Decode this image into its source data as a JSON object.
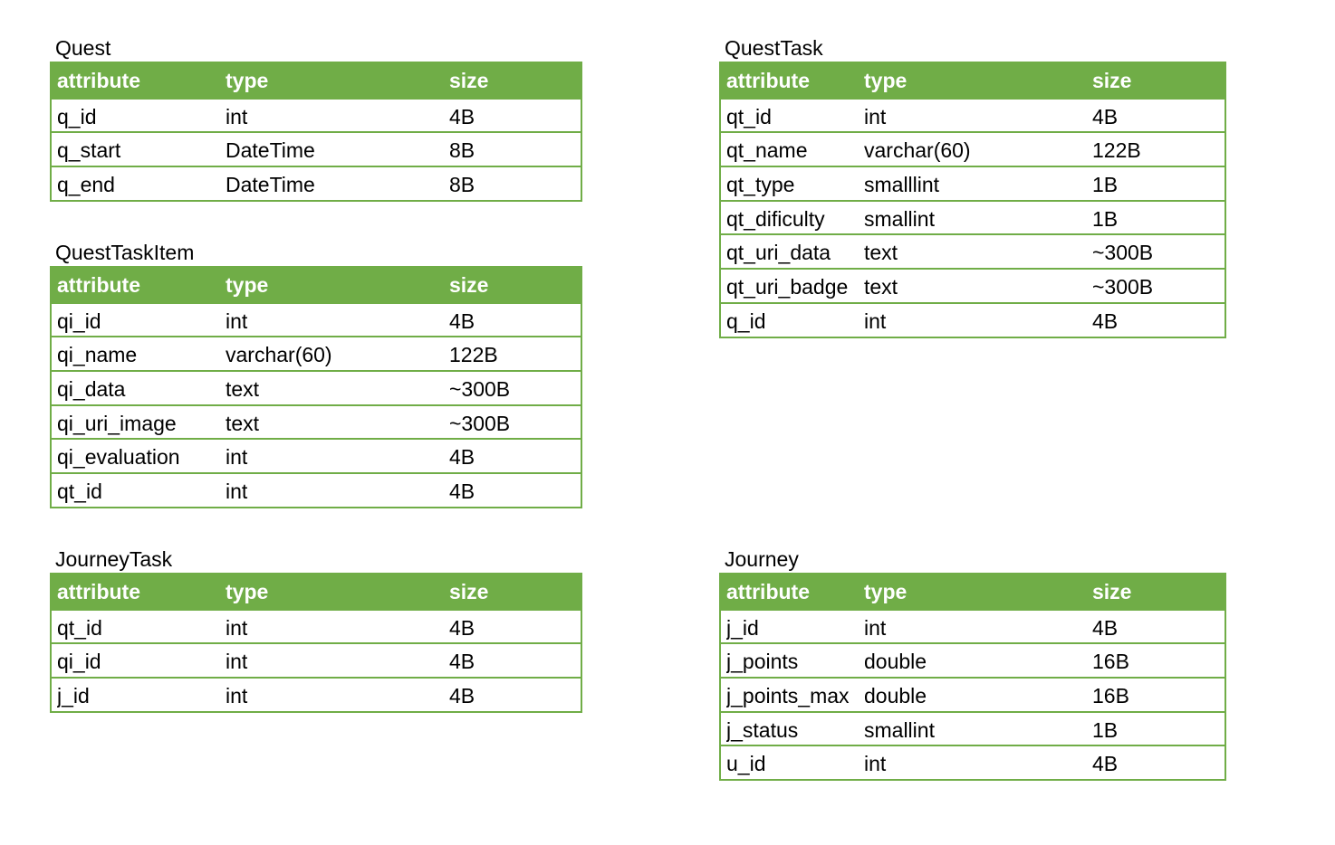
{
  "tables": {
    "quest": {
      "title": "Quest",
      "header": [
        "attribute",
        "type",
        "size"
      ],
      "rows": [
        [
          "q_id",
          "int",
          "4B"
        ],
        [
          "q_start",
          "DateTime",
          "8B"
        ],
        [
          "q_end",
          "DateTime",
          "8B"
        ]
      ]
    },
    "quest_task_item": {
      "title": "QuestTaskItem",
      "header": [
        "attribute",
        "type",
        "size"
      ],
      "rows": [
        [
          "qi_id",
          "int",
          "4B"
        ],
        [
          "qi_name",
          "varchar(60)",
          "122B"
        ],
        [
          "qi_data",
          "text",
          "~300B"
        ],
        [
          "qi_uri_image",
          "text",
          "~300B"
        ],
        [
          "qi_evaluation",
          "int",
          "4B"
        ],
        [
          "qt_id",
          "int",
          "4B"
        ]
      ]
    },
    "journey_task": {
      "title": "JourneyTask",
      "header": [
        "attribute",
        "type",
        "size"
      ],
      "rows": [
        [
          "qt_id",
          "int",
          "4B"
        ],
        [
          "qi_id",
          "int",
          "4B"
        ],
        [
          "j_id",
          "int",
          "4B"
        ]
      ]
    },
    "quest_task": {
      "title": "QuestTask",
      "header": [
        "attribute",
        "type",
        "size"
      ],
      "rows": [
        [
          "qt_id",
          "int",
          "4B"
        ],
        [
          "qt_name",
          "varchar(60)",
          "122B"
        ],
        [
          "qt_type",
          "smalllint",
          "1B"
        ],
        [
          "qt_dificulty",
          "smallint",
          "1B"
        ],
        [
          "qt_uri_data",
          "text",
          "~300B"
        ],
        [
          "qt_uri_badge",
          "text",
          "~300B"
        ],
        [
          "q_id",
          "int",
          "4B"
        ]
      ]
    },
    "journey": {
      "title": "Journey",
      "header": [
        "attribute",
        "type",
        "size"
      ],
      "rows": [
        [
          "j_id",
          "int",
          "4B"
        ],
        [
          "j_points",
          "double",
          "16B"
        ],
        [
          "j_points_max",
          "double",
          "16B"
        ],
        [
          "j_status",
          "smallint",
          "1B"
        ],
        [
          "u_id",
          "int",
          "4B"
        ]
      ]
    }
  },
  "colors": {
    "header_fill": "#70ad47",
    "border": "#70ad47",
    "header_text": "#ffffff"
  }
}
